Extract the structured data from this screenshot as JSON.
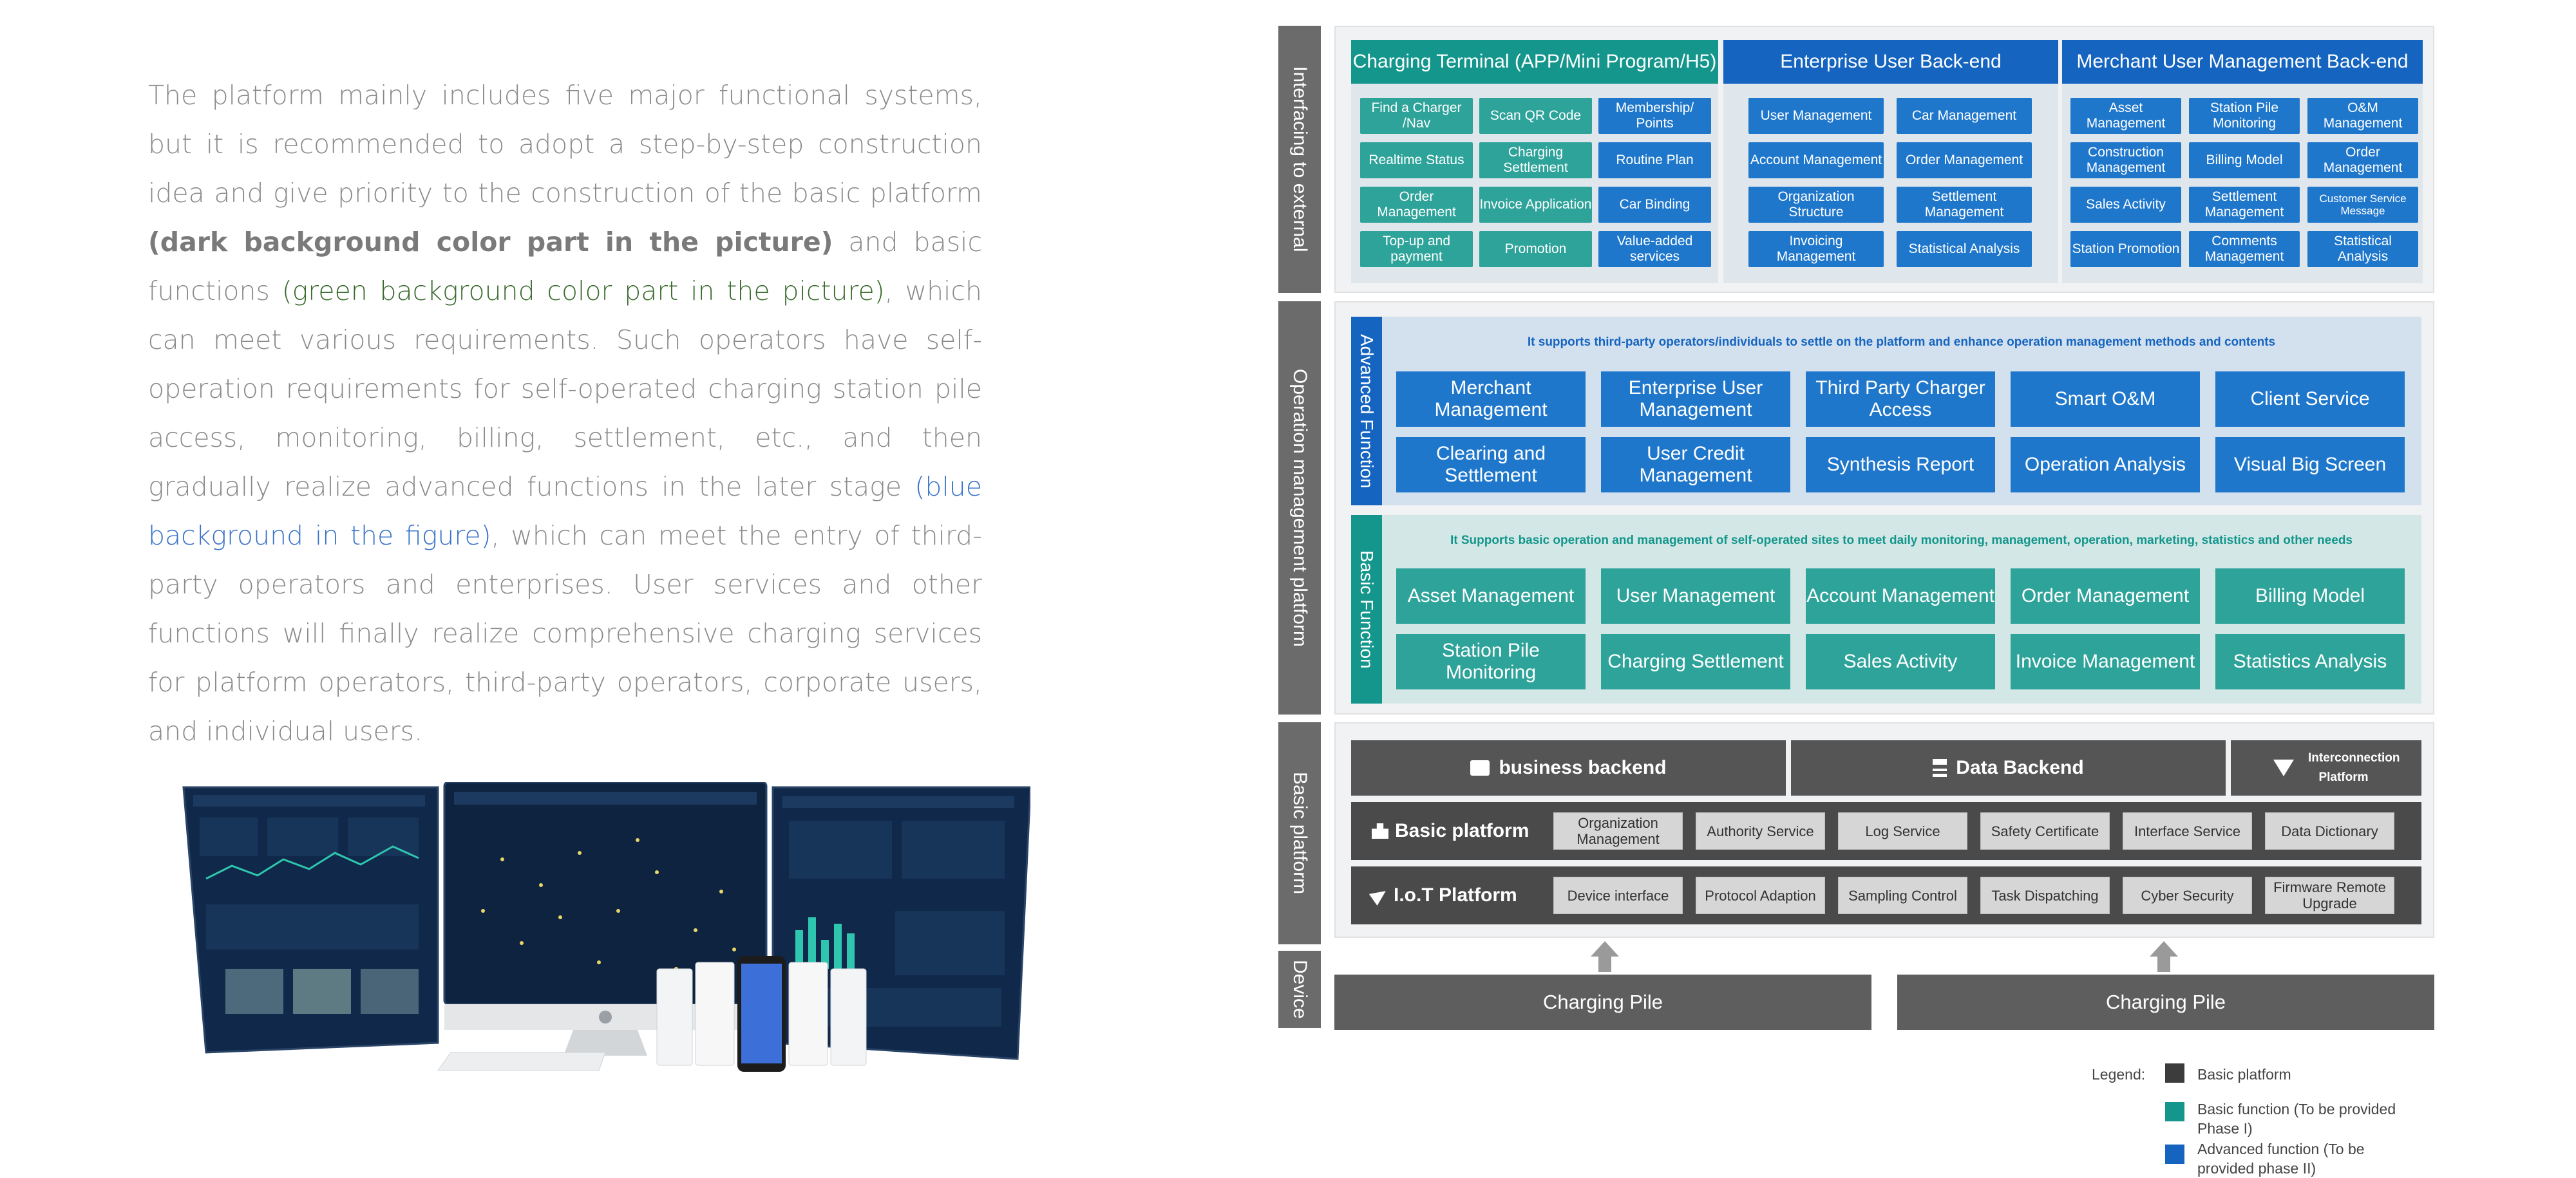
{
  "intro": {
    "p1": "The platform mainly includes five major functional systems, but it is recommended to adopt a step-by-step construction idea and give priority to the construction of the basic platform ",
    "dark": "(dark background color part in the picture)",
    "p2": " and basic functions ",
    "green": "(green background color part in the picture)",
    "p3": ", which can meet various requirements. Such operators have self-operation requirements for self-operated charging station pile access, monitoring, billing, settlement, etc., and then gradually realize advanced functions in the later stage ",
    "blue": "(blue background in the figure)",
    "p4": ", which can meet the entry of third-party operators and enterprises. User services and other functions will finally realize comprehensive charging services for platform operators, third-party operators, corporate users, and individual users."
  },
  "side_labels": {
    "interfacing": "Interfacing to external",
    "operation": "Operation management platform",
    "basic": "Basic platform",
    "device": "Device"
  },
  "interfacing": {
    "charging_terminal": {
      "title": "Charging Terminal (APP/Mini Program/H5)",
      "items": [
        "Find a Charger /Nav",
        "Scan QR Code",
        "Membership/ Points",
        "Realtime Status",
        "Charging Settlement",
        "Routine Plan",
        "Order Management",
        "Invoice Application",
        "Car Binding",
        "Top-up and payment",
        "Promotion",
        "Value-added services"
      ]
    },
    "enterprise": {
      "title": "Enterprise User Back-end",
      "items": [
        "User Management",
        "Car Management",
        "Account Management",
        "Order Management",
        "Organization Structure",
        "Settlement Management",
        "Invoicing Management",
        "Statistical Analysis"
      ]
    },
    "merchant": {
      "title": "Merchant User Management Back-end",
      "items": [
        "Asset Management",
        "Station Pile Monitoring",
        "O&M Management",
        "Construction Management",
        "Billing Model",
        "Order Management",
        "Sales Activity",
        "Settlement Management",
        "Customer Service Message",
        "Station Promotion",
        "Comments Management",
        "Statistical Analysis"
      ]
    }
  },
  "advanced": {
    "label": "Advanced Function",
    "note": "It supports third-party operators/individuals to settle on the platform and enhance operation management methods and contents",
    "items": [
      "Merchant Management",
      "Enterprise User Management",
      "Third Party Charger Access",
      "Smart O&M",
      "Client Service",
      "Clearing and Settlement",
      "User Credit Management",
      "Synthesis Report",
      "Operation Analysis",
      "Visual Big Screen"
    ]
  },
  "basic_function": {
    "label": "Basic Function",
    "note": "It Supports basic operation and management of self-operated sites to meet daily monitoring, management, operation, marketing, statistics and other needs",
    "items": [
      "Asset Management",
      "User Management",
      "Account Management",
      "Order Management",
      "Billing Model",
      "Station Pile Monitoring",
      "Charging Settlement",
      "Sales Activity",
      "Invoice Management",
      "Statistics Analysis"
    ]
  },
  "basic_platform": {
    "business_backend": "business backend",
    "data_backend": "Data Backend",
    "interconnection": "Interconnection Platform",
    "basic_label": "Basic platform",
    "basic_items": [
      "Organization Management",
      "Authority Service",
      "Log Service",
      "Safety Certificate",
      "Interface Service",
      "Data Dictionary"
    ],
    "iot_label": "I.o.T Platform",
    "iot_items": [
      "Device interface",
      "Protocol Adaption",
      "Sampling Control",
      "Task Dispatching",
      "Cyber Security",
      "Firmware Remote Upgrade"
    ]
  },
  "device": {
    "pile1": "Charging Pile",
    "pile2": "Charging Pile"
  },
  "legend": {
    "title": "Legend:",
    "items": [
      {
        "label": "Basic platform",
        "color": "#3c3c3c"
      },
      {
        "label": "Basic function (To be provided Phase I)",
        "color": "#14968c"
      },
      {
        "label": "Advanced function (To be provided phase II)",
        "color": "#1564c0"
      }
    ]
  },
  "colors": {
    "teal": "#2ea39a",
    "blue": "#1f77cc",
    "dark": "#555555"
  }
}
